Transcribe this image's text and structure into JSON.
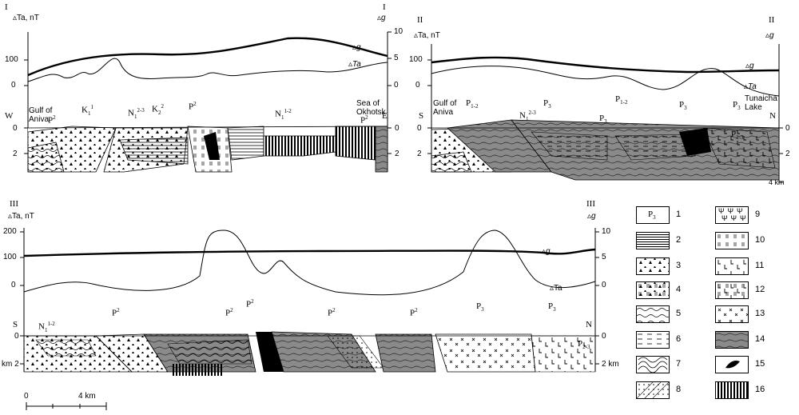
{
  "panels": {
    "p1": {
      "roman_left": "I",
      "roman_right": "I",
      "axis_left_label": "Ta, nT",
      "axis_right_label": "g",
      "left_ticks": [
        "100",
        "0"
      ],
      "right_ticks": [
        "10",
        "5",
        "0"
      ],
      "curve_labels": {
        "g": "g",
        "ta": "Ta"
      },
      "dir_left": "W",
      "dir_right": "E",
      "depth_ticks": [
        "0",
        "2"
      ],
      "place_left": "Gulf of\nAniva",
      "place_right": "Sea of\nOkhotsk",
      "unit_labels": [
        {
          "base": "P",
          "sub": "",
          "sup": "2"
        },
        {
          "base": "K",
          "sub": "1",
          "sup": "1"
        },
        {
          "base": "N",
          "sub": "1",
          "sup": "2-3"
        },
        {
          "base": "K",
          "sub": "2",
          "sup": "2"
        },
        {
          "base": "P",
          "sub": "",
          "sup": "2"
        },
        {
          "base": "N",
          "sub": "1",
          "sup": "1-2"
        },
        {
          "base": "P",
          "sub": "",
          "sup": "2"
        }
      ]
    },
    "p2": {
      "roman_left": "II",
      "roman_right": "II",
      "axis_left_label": "Ta, nT",
      "axis_right_label": "g",
      "left_ticks": [
        "100",
        "0"
      ],
      "curve_labels": {
        "g": "g",
        "ta": "Ta"
      },
      "dir_left": "S",
      "dir_right": "N",
      "depth_ticks": [
        "0",
        "2",
        "4 km"
      ],
      "place_left": "Gulf of\nAniva",
      "place_right": "Tunaicha\nLake",
      "unit_labels": [
        {
          "base": "P",
          "sub": "1-2",
          "sup": ""
        },
        {
          "base": "N",
          "sub": "1",
          "sup": "2-3"
        },
        {
          "base": "P",
          "sub": "3",
          "sup": ""
        },
        {
          "base": "P",
          "sub": "1-2",
          "sup": ""
        },
        {
          "base": "P",
          "sub": "3",
          "sup": ""
        },
        {
          "base": "P",
          "sub": "3",
          "sup": ""
        },
        {
          "base": "P",
          "sub": "3",
          "sup": ""
        },
        {
          "base": "P",
          "sub": "2-3",
          "sup": ""
        }
      ]
    },
    "p3": {
      "roman_left": "III",
      "roman_right": "III",
      "axis_left_label": "Ta, nT",
      "axis_right_label": "g",
      "left_ticks": [
        "200",
        "100",
        "0"
      ],
      "right_ticks": [
        "10",
        "5",
        "0"
      ],
      "curve_labels": {
        "g": "g",
        "ta": "Ta"
      },
      "dir_left": "S",
      "dir_right": "N",
      "depth_ticks_left": [
        "0",
        "km  2"
      ],
      "depth_ticks_right": [
        "0",
        "2  km"
      ],
      "unit_labels": [
        {
          "base": "N",
          "sub": "1",
          "sup": "1-2"
        },
        {
          "base": "P",
          "sub": "",
          "sup": "2"
        },
        {
          "base": "P",
          "sub": "",
          "sup": "2"
        },
        {
          "base": "P",
          "sub": "",
          "sup": "2"
        },
        {
          "base": "P",
          "sub": "",
          "sup": "2"
        },
        {
          "base": "P",
          "sub": "",
          "sup": "2"
        },
        {
          "base": "P",
          "sub": "3",
          "sup": ""
        },
        {
          "base": "P",
          "sub": "3",
          "sup": ""
        },
        {
          "base": "P",
          "sub": "2-3",
          "sup": ""
        }
      ],
      "scale": {
        "start": "0",
        "end": "4 km"
      }
    }
  },
  "legend": {
    "items": [
      {
        "num": "1",
        "pattern": "age-symbol",
        "symbol": "P",
        "symbol_sub": "3"
      },
      {
        "num": "2",
        "pattern": "horizontal-lines"
      },
      {
        "num": "3",
        "pattern": "triangles"
      },
      {
        "num": "4",
        "pattern": "triangles-bars"
      },
      {
        "num": "5",
        "pattern": "wavy"
      },
      {
        "num": "6",
        "pattern": "dashes"
      },
      {
        "num": "7",
        "pattern": "folded"
      },
      {
        "num": "8",
        "pattern": "dotted-diagonal"
      },
      {
        "num": "9",
        "pattern": "psi"
      },
      {
        "num": "10",
        "pattern": "double-bars"
      },
      {
        "num": "11",
        "pattern": "L-symbols"
      },
      {
        "num": "12",
        "pattern": "L-bars"
      },
      {
        "num": "13",
        "pattern": "crosses"
      },
      {
        "num": "14",
        "pattern": "gray-wavy"
      },
      {
        "num": "15",
        "pattern": "black-lens"
      },
      {
        "num": "16",
        "pattern": "vertical-lines"
      }
    ]
  },
  "colors": {
    "gray": "#8a8a8a",
    "black": "#000000"
  }
}
